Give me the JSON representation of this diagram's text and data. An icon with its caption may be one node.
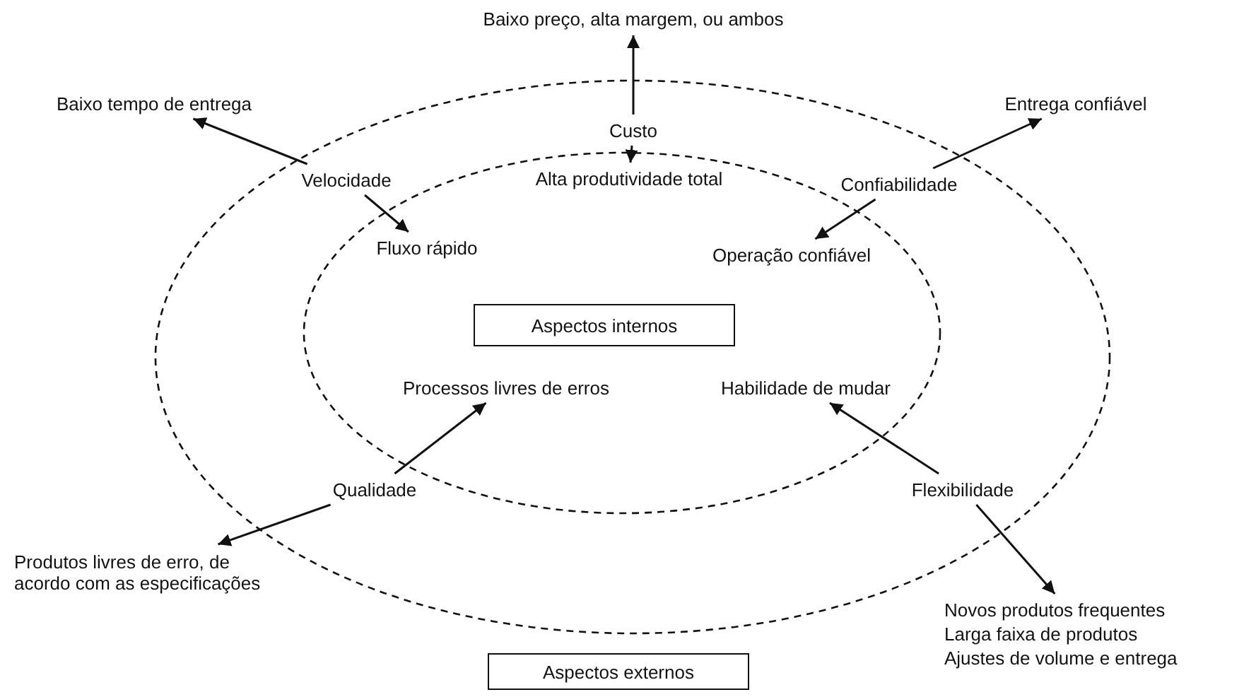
{
  "diagram": {
    "nodes": [
      {
        "text": [],
        "shape": "ellipse"
      },
      {
        "text": [],
        "shape": "ellipse",
        "in": 0
      },
      {
        "text": [
          "Baixo preço, alta margem, ou ambos"
        ]
      },
      {
        "text": [
          "Custo"
        ],
        "in": 0
      },
      {
        "text": [
          "Alta produtividade total"
        ],
        "in": 1
      },
      {
        "text": [
          "Baixo tempo de entrega"
        ]
      },
      {
        "text": [
          "Velocidade"
        ],
        "in": 0
      },
      {
        "text": [
          "Fluxo rápido"
        ],
        "in": 1
      },
      {
        "text": [
          "Entrega confiável"
        ]
      },
      {
        "text": [
          "Confiabilidade"
        ],
        "in": 0
      },
      {
        "text": [
          "Operação confiável"
        ],
        "in": 1
      },
      {
        "text": [
          "Aspectos internos"
        ],
        "in": 1
      },
      {
        "text": [
          "Processos livres de erros"
        ],
        "in": 1
      },
      {
        "text": [
          "Habilidade de mudar"
        ],
        "in": 1
      },
      {
        "text": [
          "Qualidade"
        ],
        "in": 0
      },
      {
        "text": [
          "Flexibilidade"
        ],
        "in": 0
      },
      {
        "text": [
          "Produtos livres de erro, de acordo com as especificações"
        ]
      },
      {
        "text": [
          "Novos produtos frequentes",
          "Larga faixa de produtos",
          "Ajustes de volume e entrega"
        ]
      },
      {
        "text": [
          "Aspectos externos"
        ]
      }
    ],
    "edges": [
      {
        "from": 3,
        "to": 2,
        "arrow": "to"
      },
      {
        "from": 3,
        "to": 4,
        "arrow": "to"
      },
      {
        "from": 6,
        "to": 5,
        "arrow": "to"
      },
      {
        "from": 6,
        "to": 7,
        "arrow": "to"
      },
      {
        "from": 9,
        "to": 8,
        "arrow": "to"
      },
      {
        "from": 9,
        "to": 10,
        "arrow": "to"
      },
      {
        "from": 14,
        "to": 12,
        "arrow": "to"
      },
      {
        "from": 14,
        "to": 16,
        "arrow": "to"
      },
      {
        "from": 15,
        "to": 13,
        "arrow": "to"
      },
      {
        "from": 15,
        "to": 17,
        "arrow": "to"
      }
    ]
  }
}
